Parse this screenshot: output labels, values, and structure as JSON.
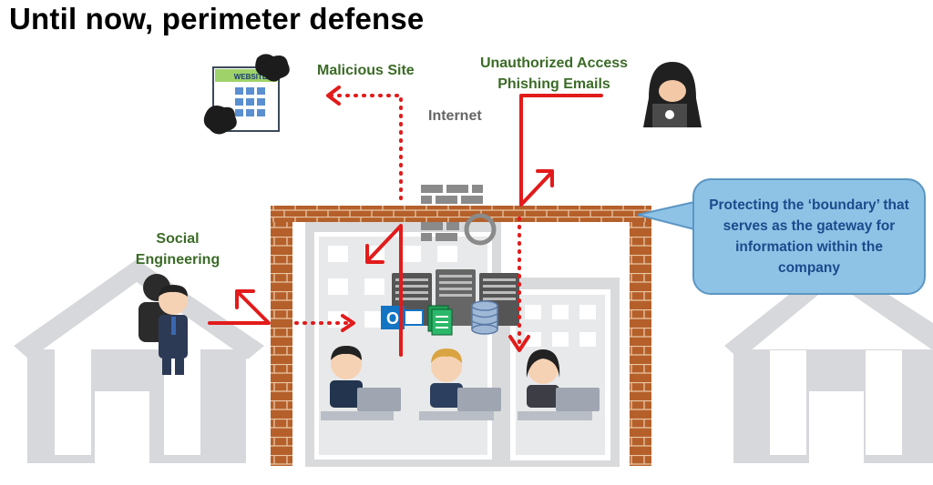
{
  "title": "Until now, perimeter defense",
  "labels": {
    "malicious_site": "Malicious Site",
    "unauthorized_1": "Unauthorized Access",
    "unauthorized_2": "Phishing Emails",
    "internet": "Internet",
    "social_1": "Social",
    "social_2": "Engineering",
    "website_sign": "WEBSITE"
  },
  "callout": {
    "text": "Protecting the ‘boundary’ that serves as the gateway for information within the company"
  },
  "colors": {
    "title": "#000000",
    "label_green": "#3b6b27",
    "brick": "#b5602a",
    "arrow_red": "#e21b1b",
    "callout_fill": "#8ec3e6",
    "callout_text": "#1c4a8c",
    "house_gray": "#d6d8db"
  },
  "icons": [
    "website-icon",
    "hacker-icon",
    "firewall-icon",
    "server-icon",
    "mail-icon",
    "database-icon",
    "document-icon",
    "employee-icon",
    "house-icon"
  ]
}
